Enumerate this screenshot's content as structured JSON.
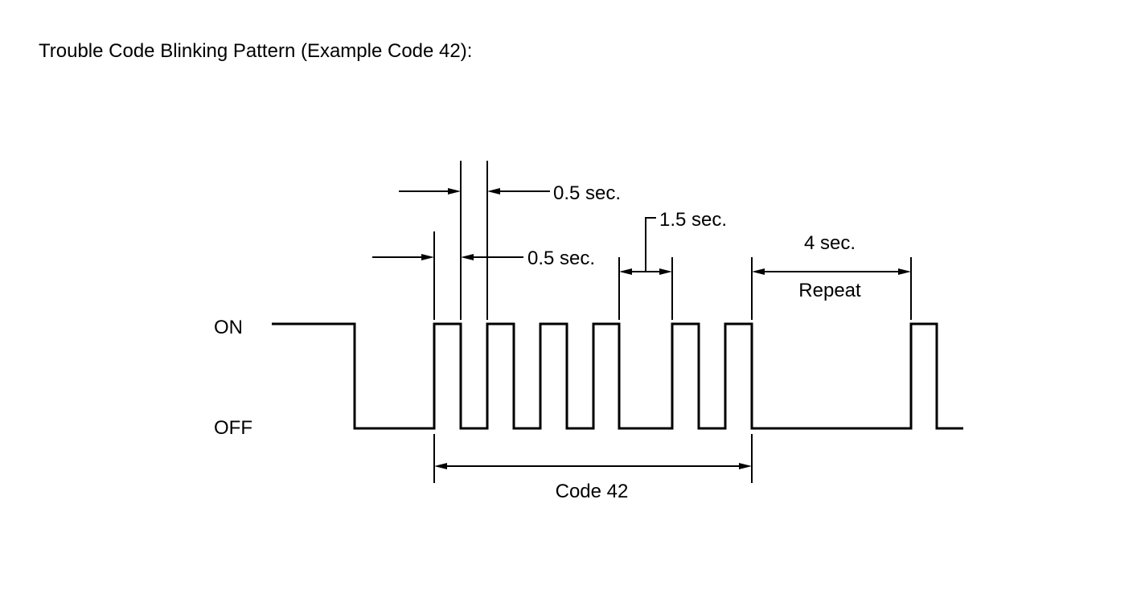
{
  "title": "Trouble Code Blinking Pattern (Example Code 42):",
  "signal": {
    "on_label": "ON",
    "off_label": "OFF"
  },
  "annotations": {
    "pulse_on_duration": "0.5 sec.",
    "pulse_off_duration": "0.5 sec.",
    "digit_gap": "1.5 sec.",
    "repeat_gap": "4 sec.",
    "repeat_label": "Repeat",
    "code_span": "Code 42"
  },
  "code": {
    "tens_digit_pulses": 4,
    "ones_digit_pulses": 2
  },
  "colors": {
    "line": "#000000",
    "background": "#ffffff"
  }
}
